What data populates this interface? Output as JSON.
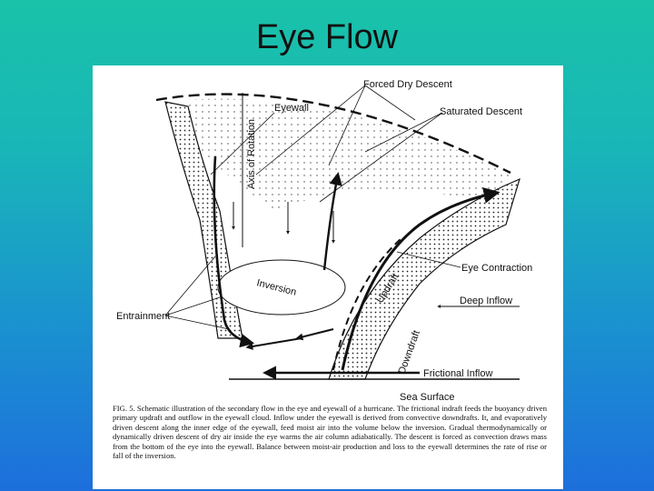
{
  "slide": {
    "title": "Eye Flow"
  },
  "figure": {
    "labels": {
      "forced_dry_descent": "Forced Dry Descent",
      "eyewall": "Eyewall",
      "saturated_descent": "Saturated Descent",
      "axis_of_rotation": "Axis of Rotation",
      "eye_contraction": "Eye Contraction",
      "deep_inflow": "Deep Inflow",
      "entrainment": "Entrainment",
      "inversion": "Inversion",
      "updraft": "Updraft",
      "downdraft": "Downdraft",
      "frictional_inflow": "Frictional Inflow",
      "sea_surface": "Sea Surface"
    },
    "caption": "FIG. 5. Schematic illustration of the secondary flow in the eye and eyewall of a hurricane. The frictional indraft feeds the buoyancy driven primary updraft and outflow in the eyewall cloud. Inflow under the eyewall is derived from convective downdrafts. It, and evaporatively driven descent along the inner edge of the eyewall, feed moist air into the volume below the inversion. Gradual thermodynamically or dynamically driven descent of dry air inside the eye warms the air column adiabatically. The descent is forced as convection draws mass from the bottom of the eye into the eyewall. Balance between moist-air production and loss to the eyewall determines the rate of rise or fall of the inversion."
  }
}
